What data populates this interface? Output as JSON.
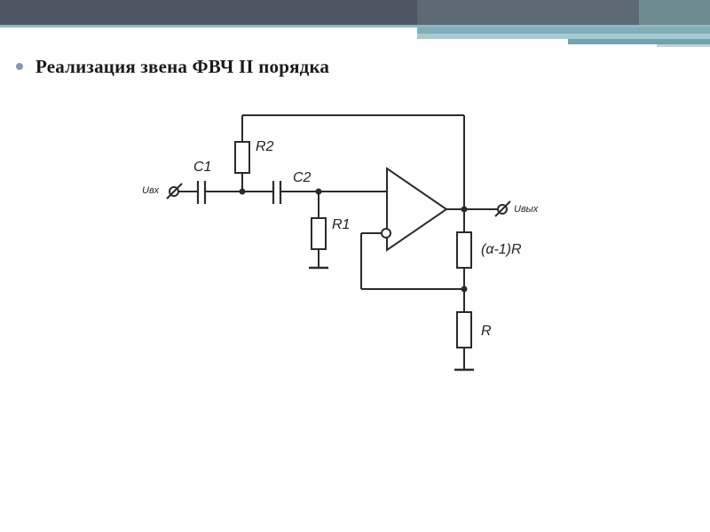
{
  "slide": {
    "title": "Реализация звена ФВЧ II порядка"
  },
  "theme": {
    "header_dark": "#4a5360",
    "header_teal": "#6fa3ad",
    "header_light": "#bcd3d8",
    "bullet": "#8a93b8",
    "wire": "#2b2b2b"
  },
  "diagram": {
    "labels": {
      "c1": "C1",
      "c2": "C2",
      "r1": "R1",
      "r2": "R2",
      "r_fb": "(α-1)R",
      "r_gnd": "R",
      "u_in": "Uвх",
      "u_out": "Uвых"
    }
  }
}
